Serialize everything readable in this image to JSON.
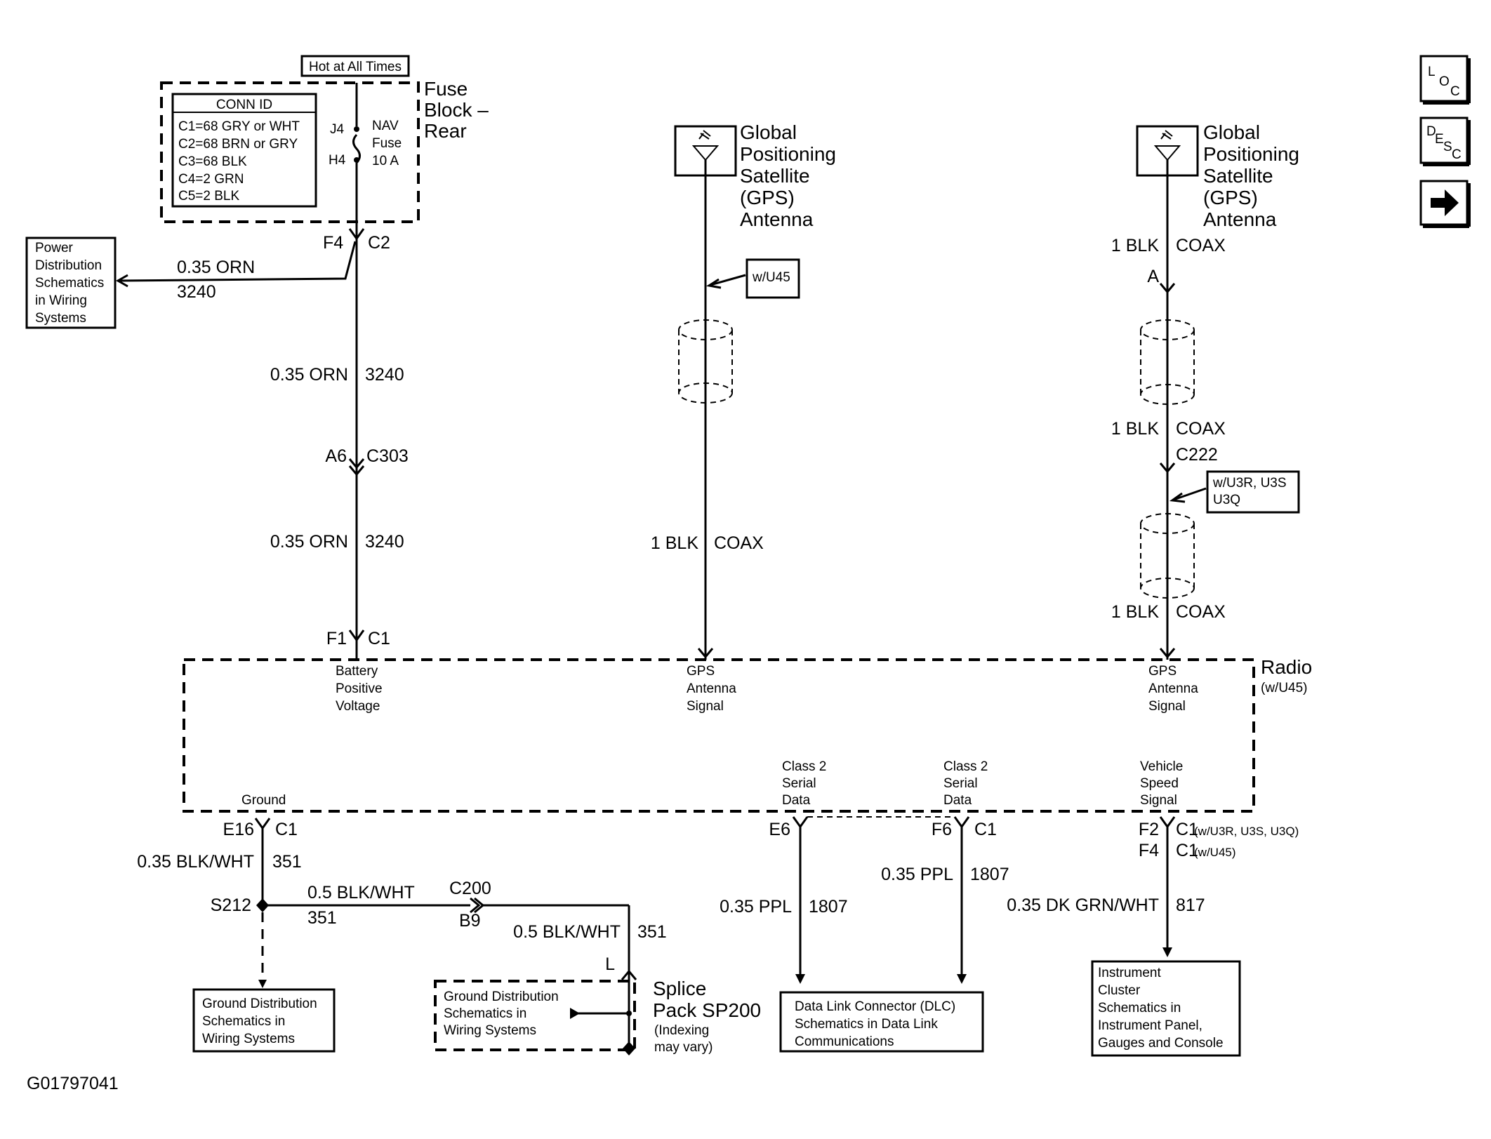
{
  "fuse_block": {
    "hot_label": "Hot at All Times",
    "title": [
      "Fuse",
      "Block –",
      "Rear"
    ],
    "conn_id_title": "CONN ID",
    "conn_ids": [
      "C1=68 GRY or WHT",
      "C2=68 BRN or GRY",
      "C3=68 BLK",
      "C4=2 GRN",
      "C5=2 BLK"
    ],
    "pin_top": "J4",
    "pin_bottom": "H4",
    "fuse_label": [
      "NAV",
      "Fuse",
      "10 A"
    ]
  },
  "left_circuit": {
    "conn1_pin": "F4",
    "conn1_id": "C2",
    "branch_wire": "0.35 ORN",
    "branch_circuit": "3240",
    "power_dist_box": [
      "Power",
      "Distribution",
      "Schematics",
      "in Wiring",
      "Systems"
    ],
    "wire1_size": "0.35 ORN",
    "wire1_circuit": "3240",
    "conn2_pin": "A6",
    "conn2_id": "C303",
    "wire2_size": "0.35 ORN",
    "wire2_circuit": "3240",
    "conn3_pin": "F1",
    "conn3_id": "C1"
  },
  "gps_antenna_1": {
    "label": [
      "Global",
      "Positioning",
      "Satellite",
      "(GPS)",
      "Antenna"
    ],
    "option_box": "w/U45",
    "wire": "1 BLK",
    "wire_type": "COAX"
  },
  "gps_antenna_2": {
    "label": [
      "Global",
      "Positioning",
      "Satellite",
      "(GPS)",
      "Antenna"
    ],
    "wire1": "1 BLK",
    "wire1_type": "COAX",
    "conn_a": "A",
    "wire2": "1 BLK",
    "wire2_type": "COAX",
    "conn_c222": "C222",
    "option_box": [
      "w/U3R, U3S",
      "U3Q"
    ],
    "wire3": "1 BLK",
    "wire3_type": "COAX"
  },
  "radio": {
    "title": "Radio",
    "subtitle": "(w/U45)",
    "pin_battery": [
      "Battery",
      "Positive",
      "Voltage"
    ],
    "pin_gps1": [
      "GPS",
      "Antenna",
      "Signal"
    ],
    "pin_gps2": [
      "GPS",
      "Antenna",
      "Signal"
    ],
    "pin_ground": "Ground",
    "pin_class2a": [
      "Class 2",
      "Serial",
      "Data"
    ],
    "pin_class2b": [
      "Class 2",
      "Serial",
      "Data"
    ],
    "pin_vss": [
      "Vehicle",
      "Speed",
      "Signal"
    ]
  },
  "ground_circuit": {
    "conn_pin": "E16",
    "conn_id": "C1",
    "wire1": "0.35 BLK/WHT",
    "wire1_circuit": "351",
    "splice": "S212",
    "wire2": "0.5 BLK/WHT",
    "wire2_circuit": "351",
    "conn_c200": "C200",
    "conn_b9": "B9",
    "wire3": "0.5 BLK/WHT",
    "wire3_circuit": "351",
    "conn_l": "L",
    "ground_box": [
      "Ground Distribution",
      "Schematics in",
      "Wiring Systems"
    ],
    "splice_pack": [
      "Splice",
      "Pack SP200"
    ],
    "splice_pack_note": [
      "(Indexing",
      "may vary)"
    ],
    "splice_pack_inner": [
      "Ground Distribution",
      "Schematics in",
      "Wiring Systems"
    ]
  },
  "data_circuit": {
    "e6_pin": "E6",
    "wire1": "0.35 PPL",
    "wire1_circuit": "1807",
    "f6_pin": "F6",
    "f6_id": "C1",
    "wire2": "0.35 PPL",
    "wire2_circuit": "1807",
    "dlc_box": [
      "Data Link Connector (DLC)",
      "Schematics in Data Link",
      "Communications"
    ]
  },
  "vss_circuit": {
    "pin1": "F2",
    "id1": "C1",
    "note1": "(w/U3R, U3S, U3Q)",
    "pin2": "F4",
    "id2": "C1",
    "note2": "(w/U45)",
    "wire": "0.35 DK GRN/WHT",
    "wire_circuit": "817",
    "cluster_box": [
      "Instrument",
      "Cluster",
      "Schematics in",
      "Instrument Panel,",
      "Gauges and Console"
    ]
  },
  "figure_id": "G01797041",
  "nav": {
    "loc": [
      "L",
      "O",
      "C"
    ],
    "desc": [
      "D",
      "E",
      "S",
      "C"
    ],
    "next_icon": "right-arrow-icon"
  }
}
